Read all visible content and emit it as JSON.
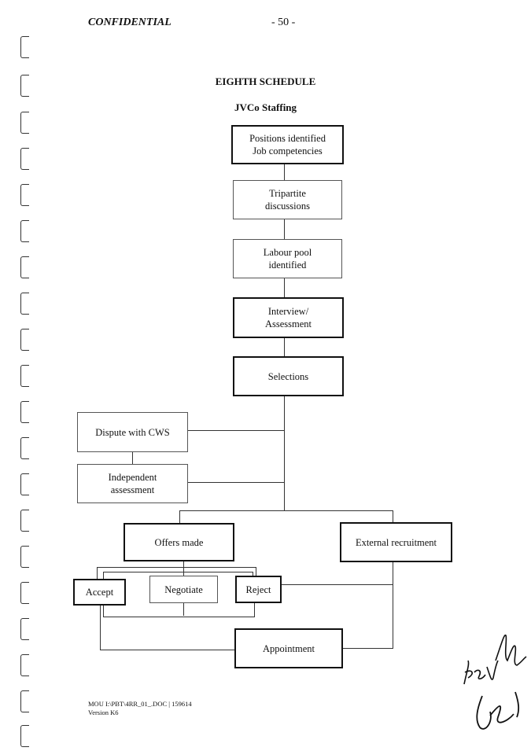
{
  "header": {
    "confidential": "CONFIDENTIAL",
    "page_number": "- 50 -"
  },
  "schedule_title": "EIGHTH SCHEDULE",
  "subtitle": "JVCo Staffing",
  "flowchart": {
    "positions": [
      "Positions identified",
      "Job competencies"
    ],
    "tripartite": [
      "Tripartite",
      "discussions"
    ],
    "labour_pool": [
      "Labour pool",
      "identified"
    ],
    "interview": [
      "Interview/",
      "Assessment"
    ],
    "selections": "Selections",
    "dispute": "Dispute with CWS",
    "independent": [
      "Independent",
      "assessment"
    ],
    "offers": "Offers made",
    "external": "External recruitment",
    "accept": "Accept",
    "negotiate": "Negotiate",
    "reject": "Reject",
    "appointment": "Appointment"
  },
  "footer": {
    "line1": "MOU I:\\PBT\\4RR_01_.DOC  |  159614",
    "line2": "Version K6"
  }
}
